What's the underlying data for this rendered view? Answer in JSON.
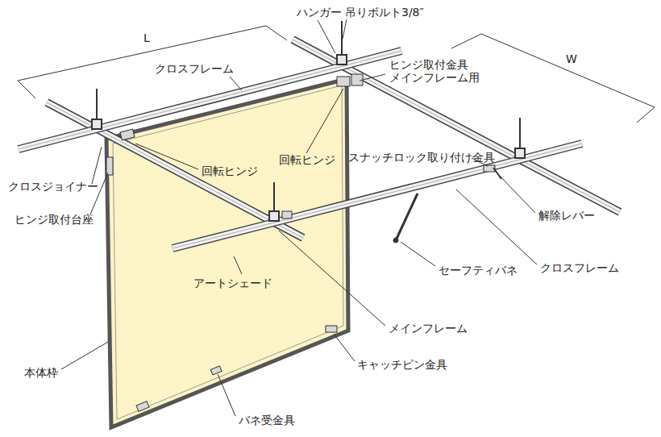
{
  "diagram": {
    "labels": [
      "L",
      "ハンガー",
      "吊りボルト3/8″",
      "W",
      "クロスフレーム",
      "ヒンジ取付金具 メインフレーム用",
      "回転ヒンジ",
      "回転ヒンジ",
      "スナッチロック取り付け金具",
      "クロスジョイナー",
      "ヒンジ取付台座",
      "解除レバー",
      "セーフティバネ",
      "クロスフレーム",
      "アートシェード",
      "メインフレーム",
      "本体枠",
      "キャッチピン金具",
      "バネ受金具"
    ]
  }
}
